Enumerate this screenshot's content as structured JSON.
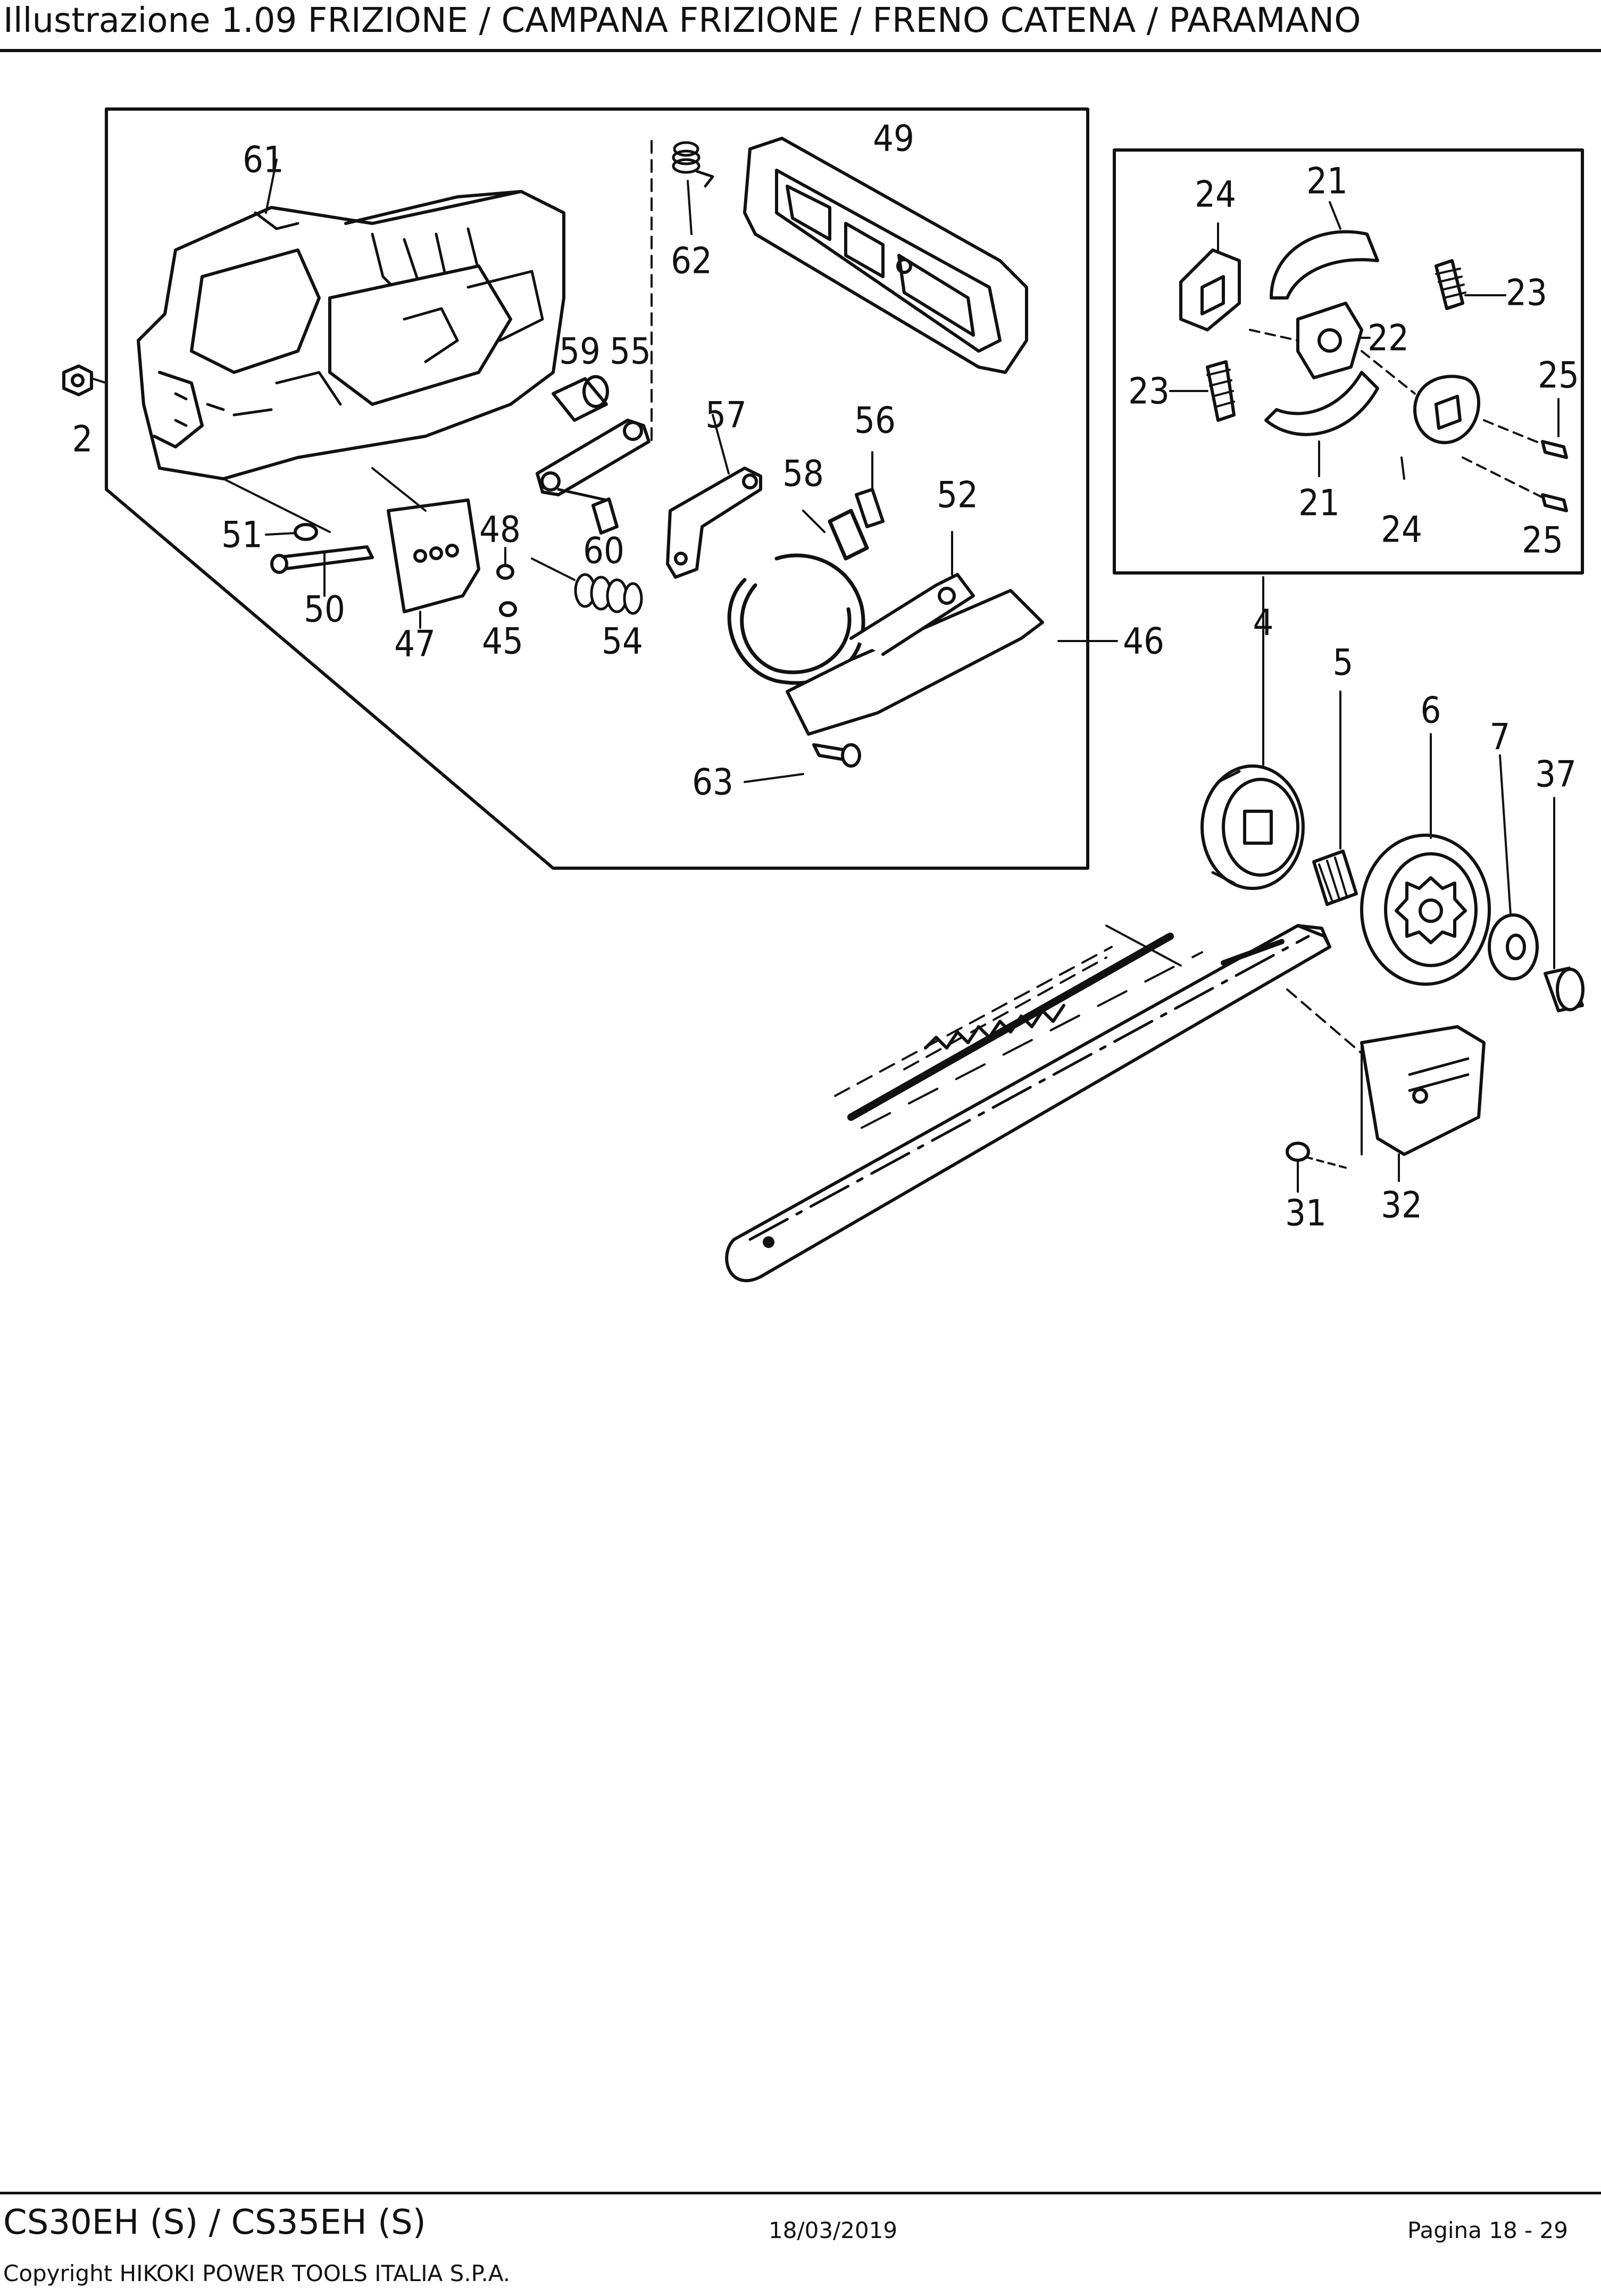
{
  "header": {
    "title": "Illustrazione  1.09 FRIZIONE / CAMPANA FRIZIONE / FRENO CATENA / PARAMANO"
  },
  "diagram": {
    "part_labels": [
      "61",
      "62",
      "49",
      "59",
      "55",
      "2",
      "57",
      "56",
      "58",
      "52",
      "51",
      "48",
      "60",
      "50",
      "47",
      "45",
      "54",
      "46",
      "63",
      "24",
      "21",
      "23",
      "22",
      "25",
      "23",
      "21",
      "24",
      "25",
      "4",
      "5",
      "6",
      "7",
      "37",
      "31",
      "32"
    ]
  },
  "footer": {
    "model": "CS30EH (S) / CS35EH (S)",
    "date": "18/03/2019",
    "page": "Pagina 18 - 29",
    "copyright": "Copyright HIKOKI POWER TOOLS ITALIA S.P.A."
  }
}
